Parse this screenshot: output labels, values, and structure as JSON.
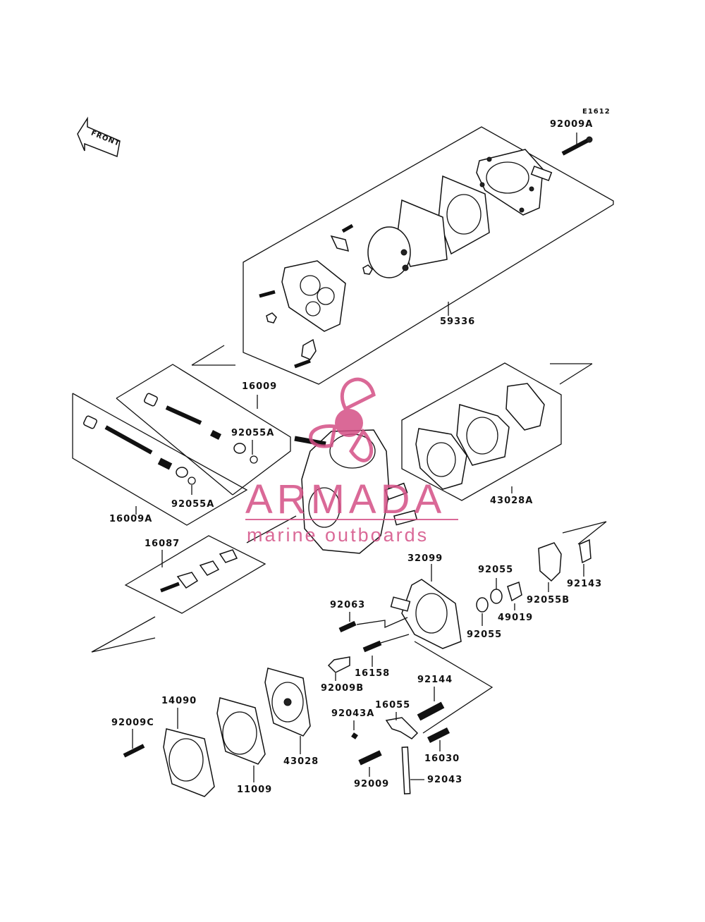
{
  "diagram_code": "E1612",
  "front_label": "FRONT",
  "watermark": {
    "brand": "ARMADA",
    "tagline": "marine outboards",
    "color": "#d44f86"
  },
  "labels": {
    "p92009A": "92009A",
    "p59336": "59336",
    "p16009": "16009",
    "p92055A_top": "92055A",
    "p16009A": "16009A",
    "p92055A_bot": "92055A",
    "p43028A": "43028A",
    "p16087": "16087",
    "p32099": "32099",
    "p92055_top": "92055",
    "p92055B": "92055B",
    "p92143": "92143",
    "p49019": "49019",
    "p92055_bot": "92055",
    "p92063": "92063",
    "p16158": "16158",
    "p92009B": "92009B",
    "p92144": "92144",
    "p14090": "14090",
    "p16055": "16055",
    "p92043A": "92043A",
    "p92009C": "92009C",
    "p43028": "43028",
    "p16030": "16030",
    "p11009": "11009",
    "p92009": "92009",
    "p92043": "92043"
  }
}
